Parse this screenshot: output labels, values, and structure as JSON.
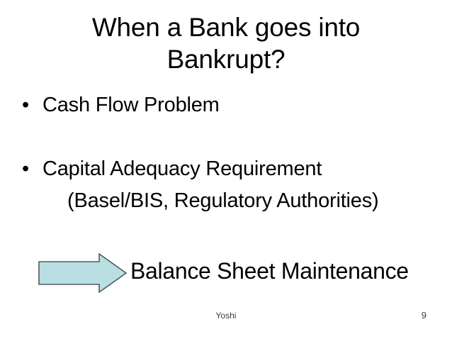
{
  "slide": {
    "title_lines": [
      "When a Bank goes into",
      "Bankrupt?"
    ],
    "bullets": [
      {
        "marker": "•",
        "text": "Cash Flow Problem",
        "subline": ""
      },
      {
        "marker": "•",
        "text": "Capital Adequacy Requirement",
        "subline": "(Basel/BIS, Regulatory Authorities)"
      }
    ],
    "conclusion": {
      "arrow_icon": "right-block-arrow-icon",
      "text": "Balance Sheet Maintenance",
      "arrow_fill": "#b9dfe3",
      "arrow_stroke": "#4d5b60"
    },
    "footer": {
      "author": "Yoshi",
      "page_number": "9"
    },
    "colors": {
      "background": "#ffffff",
      "text": "#000000",
      "footer_text": "#3a3a3a"
    }
  }
}
